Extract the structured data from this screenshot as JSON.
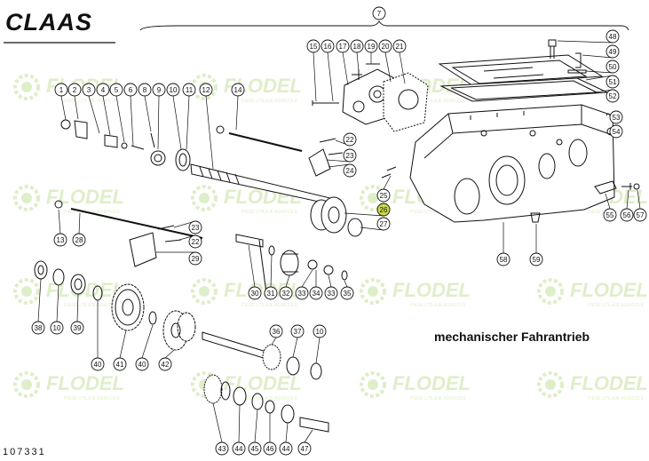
{
  "brand": {
    "logo_text": "CLAAS"
  },
  "caption": "mechanischer Fahrantrieb",
  "doc_number": "107331",
  "watermark": {
    "name": "FLODEL",
    "tagline": "PIESE UTILAJE AGRICOLE",
    "color": "#8cc63f"
  },
  "highlight_color": "#c9d94a",
  "callouts": [
    {
      "n": "1"
    },
    {
      "n": "2"
    },
    {
      "n": "3"
    },
    {
      "n": "4"
    },
    {
      "n": "5"
    },
    {
      "n": "6"
    },
    {
      "n": "8"
    },
    {
      "n": "9"
    },
    {
      "n": "10"
    },
    {
      "n": "11"
    },
    {
      "n": "12"
    },
    {
      "n": "14"
    },
    {
      "n": "7"
    },
    {
      "n": "15"
    },
    {
      "n": "16"
    },
    {
      "n": "17"
    },
    {
      "n": "18"
    },
    {
      "n": "19"
    },
    {
      "n": "20"
    },
    {
      "n": "21"
    },
    {
      "n": "48"
    },
    {
      "n": "49"
    },
    {
      "n": "50"
    },
    {
      "n": "51"
    },
    {
      "n": "52"
    },
    {
      "n": "53"
    },
    {
      "n": "54"
    },
    {
      "n": "22"
    },
    {
      "n": "23"
    },
    {
      "n": "24"
    },
    {
      "n": "25"
    },
    {
      "n": "26",
      "highlight": true
    },
    {
      "n": "27"
    },
    {
      "n": "13"
    },
    {
      "n": "28"
    },
    {
      "n": "23"
    },
    {
      "n": "22"
    },
    {
      "n": "29"
    },
    {
      "n": "55"
    },
    {
      "n": "56"
    },
    {
      "n": "57"
    },
    {
      "n": "58"
    },
    {
      "n": "59"
    },
    {
      "n": "30"
    },
    {
      "n": "31"
    },
    {
      "n": "32"
    },
    {
      "n": "33"
    },
    {
      "n": "34"
    },
    {
      "n": "33"
    },
    {
      "n": "35"
    },
    {
      "n": "38"
    },
    {
      "n": "10"
    },
    {
      "n": "39"
    },
    {
      "n": "40"
    },
    {
      "n": "41"
    },
    {
      "n": "40"
    },
    {
      "n": "42"
    },
    {
      "n": "36"
    },
    {
      "n": "37"
    },
    {
      "n": "10"
    },
    {
      "n": "43"
    },
    {
      "n": "44"
    },
    {
      "n": "45"
    },
    {
      "n": "46"
    },
    {
      "n": "44"
    },
    {
      "n": "47"
    }
  ]
}
